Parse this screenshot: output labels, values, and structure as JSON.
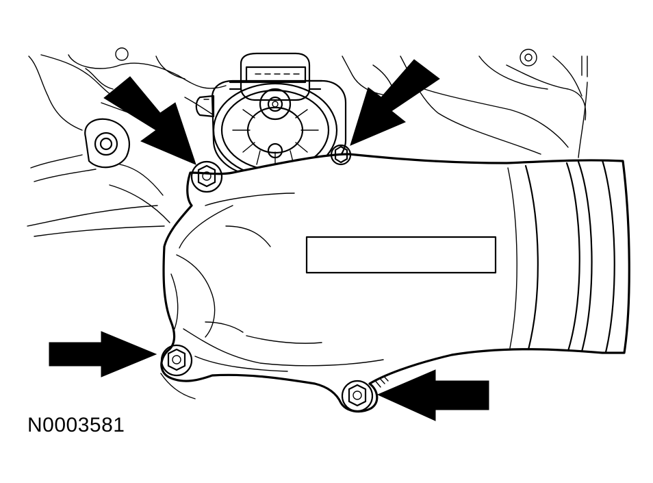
{
  "figure": {
    "id_label": "N0003581",
    "line_color": "#000000",
    "background": "#ffffff"
  },
  "callouts": [
    {
      "name": "arrow-bolt-upper-left",
      "points_to": "bolt-upper-left"
    },
    {
      "name": "arrow-bolt-upper-right",
      "points_to": "bolt-upper-right"
    },
    {
      "name": "arrow-bolt-lower-left",
      "points_to": "bolt-lower-left"
    },
    {
      "name": "arrow-bolt-lower-right",
      "points_to": "bolt-lower-right"
    }
  ]
}
